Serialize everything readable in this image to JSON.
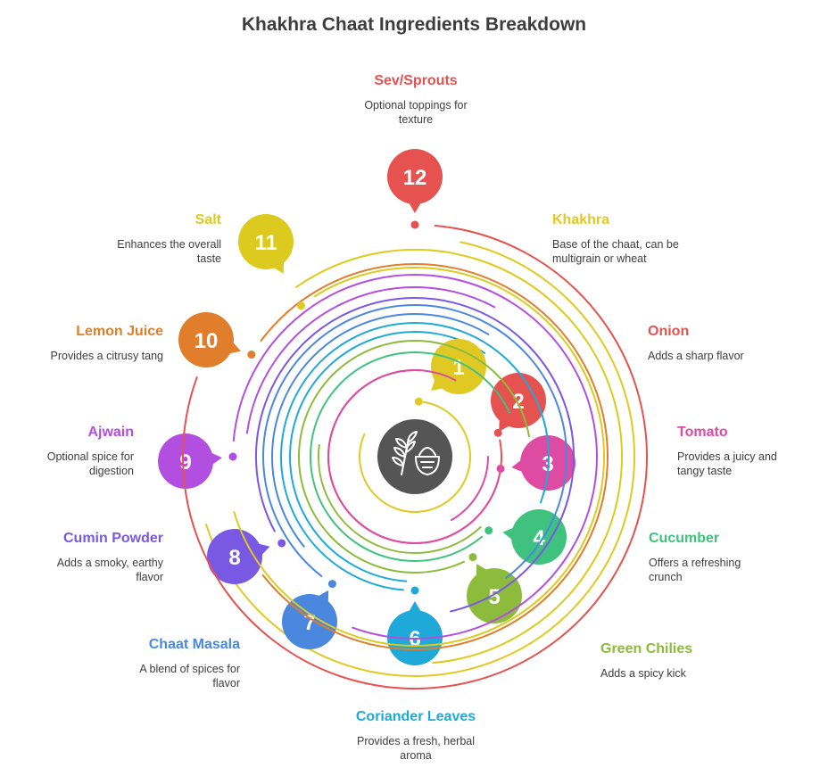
{
  "title": "Khakhra Chaat Ingredients Breakdown",
  "center_icon": "wheat-and-bowl-icon",
  "items": [
    {
      "number": "1",
      "name": "Khakhra",
      "description": "Base of the chaat, can be multigrain or wheat",
      "color": "#E1C924"
    },
    {
      "number": "2",
      "name": "Onion",
      "description": "Adds a sharp flavor",
      "color": "#E5524F"
    },
    {
      "number": "3",
      "name": "Tomato",
      "description": "Provides a juicy and tangy taste",
      "color": "#DD4BA2"
    },
    {
      "number": "4",
      "name": "Cucumber",
      "description": "Offers a refreshing crunch",
      "color": "#3FC27E"
    },
    {
      "number": "5",
      "name": "Green Chilies",
      "description": "Adds a spicy kick",
      "color": "#8DBB3B"
    },
    {
      "number": "6",
      "name": "Coriander Leaves",
      "description": "Provides a fresh, herbal aroma",
      "color": "#1EA9D9"
    },
    {
      "number": "7",
      "name": "Chaat Masala",
      "description": "A blend of spices for flavor",
      "color": "#4A88E0"
    },
    {
      "number": "8",
      "name": "Cumin Powder",
      "description": "Adds a smoky, earthy flavor",
      "color": "#7958E3"
    },
    {
      "number": "9",
      "name": "Ajwain",
      "description": "Optional spice for digestion",
      "color": "#B24FE0"
    },
    {
      "number": "10",
      "name": "Lemon Juice",
      "description": "Provides a citrusy tang",
      "color": "#E07E2C"
    },
    {
      "number": "11",
      "name": "Salt",
      "description": "Enhances the overall taste",
      "color": "#DCCB1E"
    },
    {
      "number": "12",
      "name": "Sev/Sprouts",
      "description": "Optional toppings for texture",
      "color": "#E5524F"
    }
  ]
}
